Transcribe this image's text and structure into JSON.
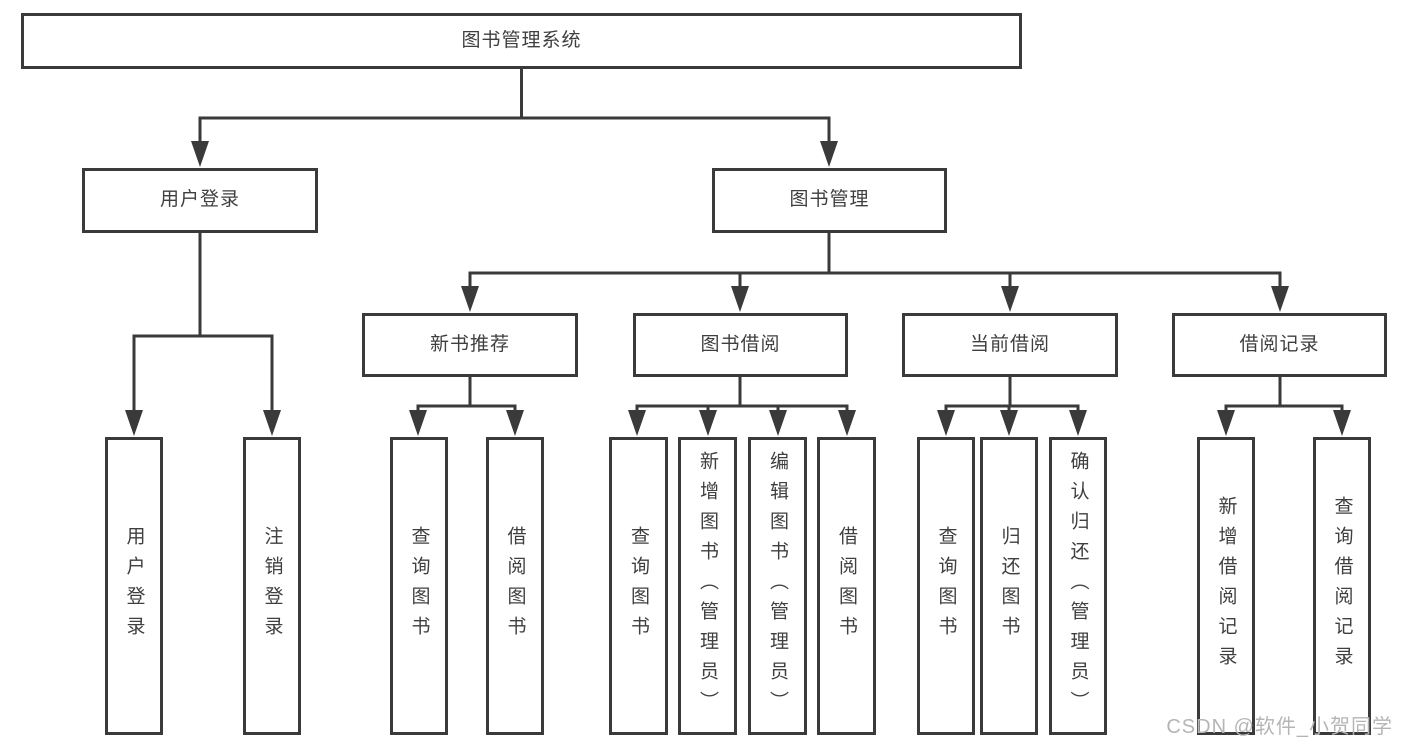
{
  "diagram": {
    "title": "图书管理系统",
    "root": {
      "label": "图书管理系统"
    },
    "level2": [
      {
        "id": "user-login",
        "label": "用户登录"
      },
      {
        "id": "book-management",
        "label": "图书管理"
      }
    ],
    "level3": [
      {
        "id": "new-book-recommend",
        "label": "新书推荐",
        "parent": "book-management"
      },
      {
        "id": "book-borrow",
        "label": "图书借阅",
        "parent": "book-management"
      },
      {
        "id": "current-borrow",
        "label": "当前借阅",
        "parent": "book-management"
      },
      {
        "id": "borrow-records",
        "label": "借阅记录",
        "parent": "book-management"
      }
    ],
    "leaves": [
      {
        "id": "login",
        "label": "用户登录",
        "parent": "user-login"
      },
      {
        "id": "logout",
        "label": "注销登录",
        "parent": "user-login"
      },
      {
        "id": "query-book-1",
        "label": "查询图书",
        "parent": "new-book-recommend"
      },
      {
        "id": "borrow-book-1",
        "label": "借阅图书",
        "parent": "new-book-recommend"
      },
      {
        "id": "query-book-2",
        "label": "查询图书",
        "parent": "book-borrow"
      },
      {
        "id": "add-book-admin",
        "label": "新增图书（管理员）",
        "parent": "book-borrow"
      },
      {
        "id": "edit-book-admin",
        "label": "编辑图书（管理员）",
        "parent": "book-borrow"
      },
      {
        "id": "borrow-book-2",
        "label": "借阅图书",
        "parent": "book-borrow"
      },
      {
        "id": "query-book-3",
        "label": "查询图书",
        "parent": "current-borrow"
      },
      {
        "id": "return-book",
        "label": "归还图书",
        "parent": "current-borrow"
      },
      {
        "id": "confirm-return-admin",
        "label": "确认归还（管理员）",
        "parent": "current-borrow"
      },
      {
        "id": "add-borrow-record",
        "label": "新增借阅记录",
        "parent": "borrow-records"
      },
      {
        "id": "query-borrow-record",
        "label": "查询借阅记录",
        "parent": "borrow-records"
      }
    ]
  },
  "watermark": {
    "text": "CSDN @软件_小贺同学"
  },
  "colors": {
    "line": "#3a3a3a",
    "box_border": "#3a3a3a",
    "text": "#3f3f3f",
    "watermark": "#b5b5b5",
    "background": "#ffffff"
  }
}
